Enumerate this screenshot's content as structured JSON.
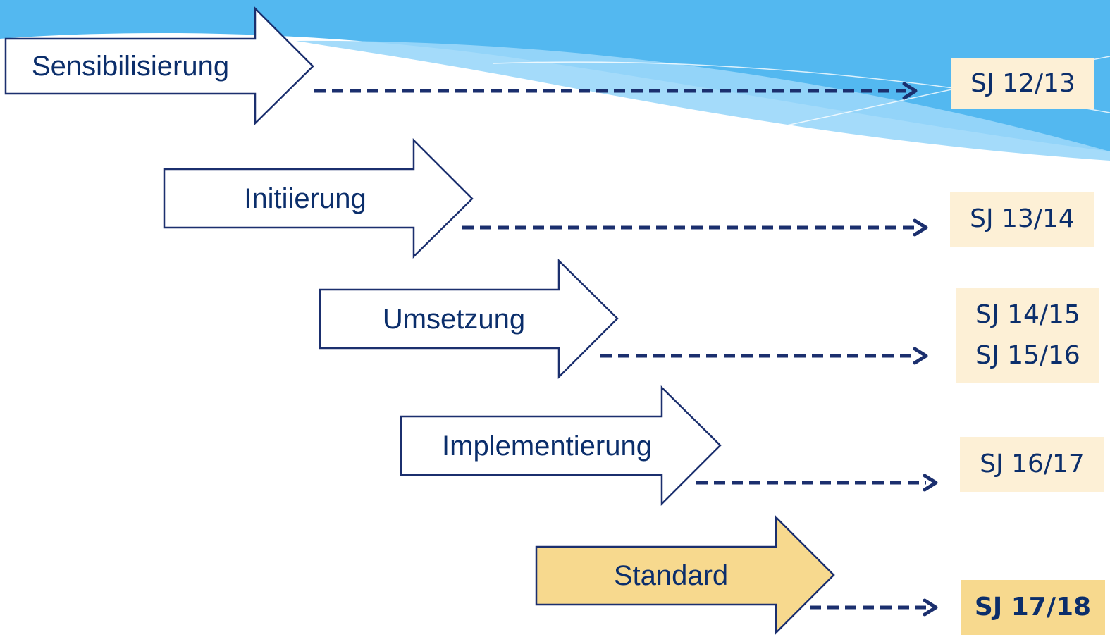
{
  "diagram": {
    "colors": {
      "header_blue": "#53b8f0",
      "header_light": "#8ccff7",
      "arrow_outline": "#1b2f6e",
      "arrow_fill": "#ffffff",
      "highlight_fill": "#f7d98e",
      "label_bg": "#fdf0d6",
      "text_navy": "#0b2e6b"
    },
    "phases": [
      {
        "label": "Sensibilisierung",
        "periods": [
          "SJ 12/13"
        ],
        "highlighted": false
      },
      {
        "label": "Initiierung",
        "periods": [
          "SJ 13/14"
        ],
        "highlighted": false
      },
      {
        "label": "Umsetzung",
        "periods": [
          "SJ 14/15",
          "SJ 15/16"
        ],
        "highlighted": false
      },
      {
        "label": "Implementierung",
        "periods": [
          "SJ 16/17"
        ],
        "highlighted": false
      },
      {
        "label": "Standard",
        "periods": [
          "SJ 17/18"
        ],
        "highlighted": true
      }
    ]
  }
}
